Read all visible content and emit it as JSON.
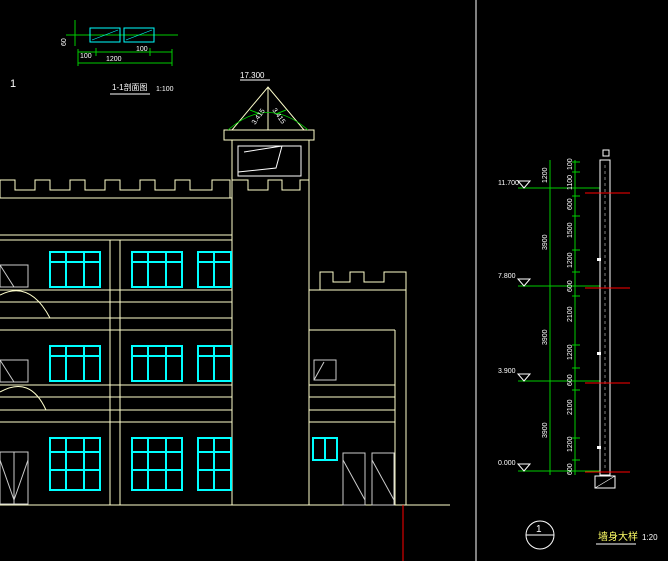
{
  "colors": {
    "background": "#000000",
    "building_outline": "#ffffcc",
    "windows": "#00ffff",
    "dimension_green": "#00cc00",
    "text_white": "#ffffff",
    "text_yellow": "#ffff66",
    "level_red": "#ff0000",
    "doors_gray": "#cccccc",
    "frame_white": "#ffffff"
  },
  "section_detail": {
    "label": "1-1剖面图",
    "scale": "1:100",
    "dim_total": "1200",
    "dim_left": "100",
    "dim_right": "100",
    "dim_height": "60"
  },
  "elevation": {
    "section_mark": "1",
    "tower_top_level": "17.300",
    "roof_dims": [
      "3.415",
      "3.415"
    ]
  },
  "wall_detail": {
    "title": "墙身大样",
    "scale": "1:20",
    "callout_number": "1",
    "levels": [
      "11.700",
      "7.800",
      "3.900",
      "0.000"
    ],
    "outer_dims": [
      "1200",
      "3900",
      "3900",
      "3900"
    ],
    "inner_dims": [
      "100",
      "1100",
      "600",
      "1500",
      "1200",
      "600",
      "2100",
      "1200",
      "600",
      "2100",
      "1200",
      "600"
    ]
  }
}
